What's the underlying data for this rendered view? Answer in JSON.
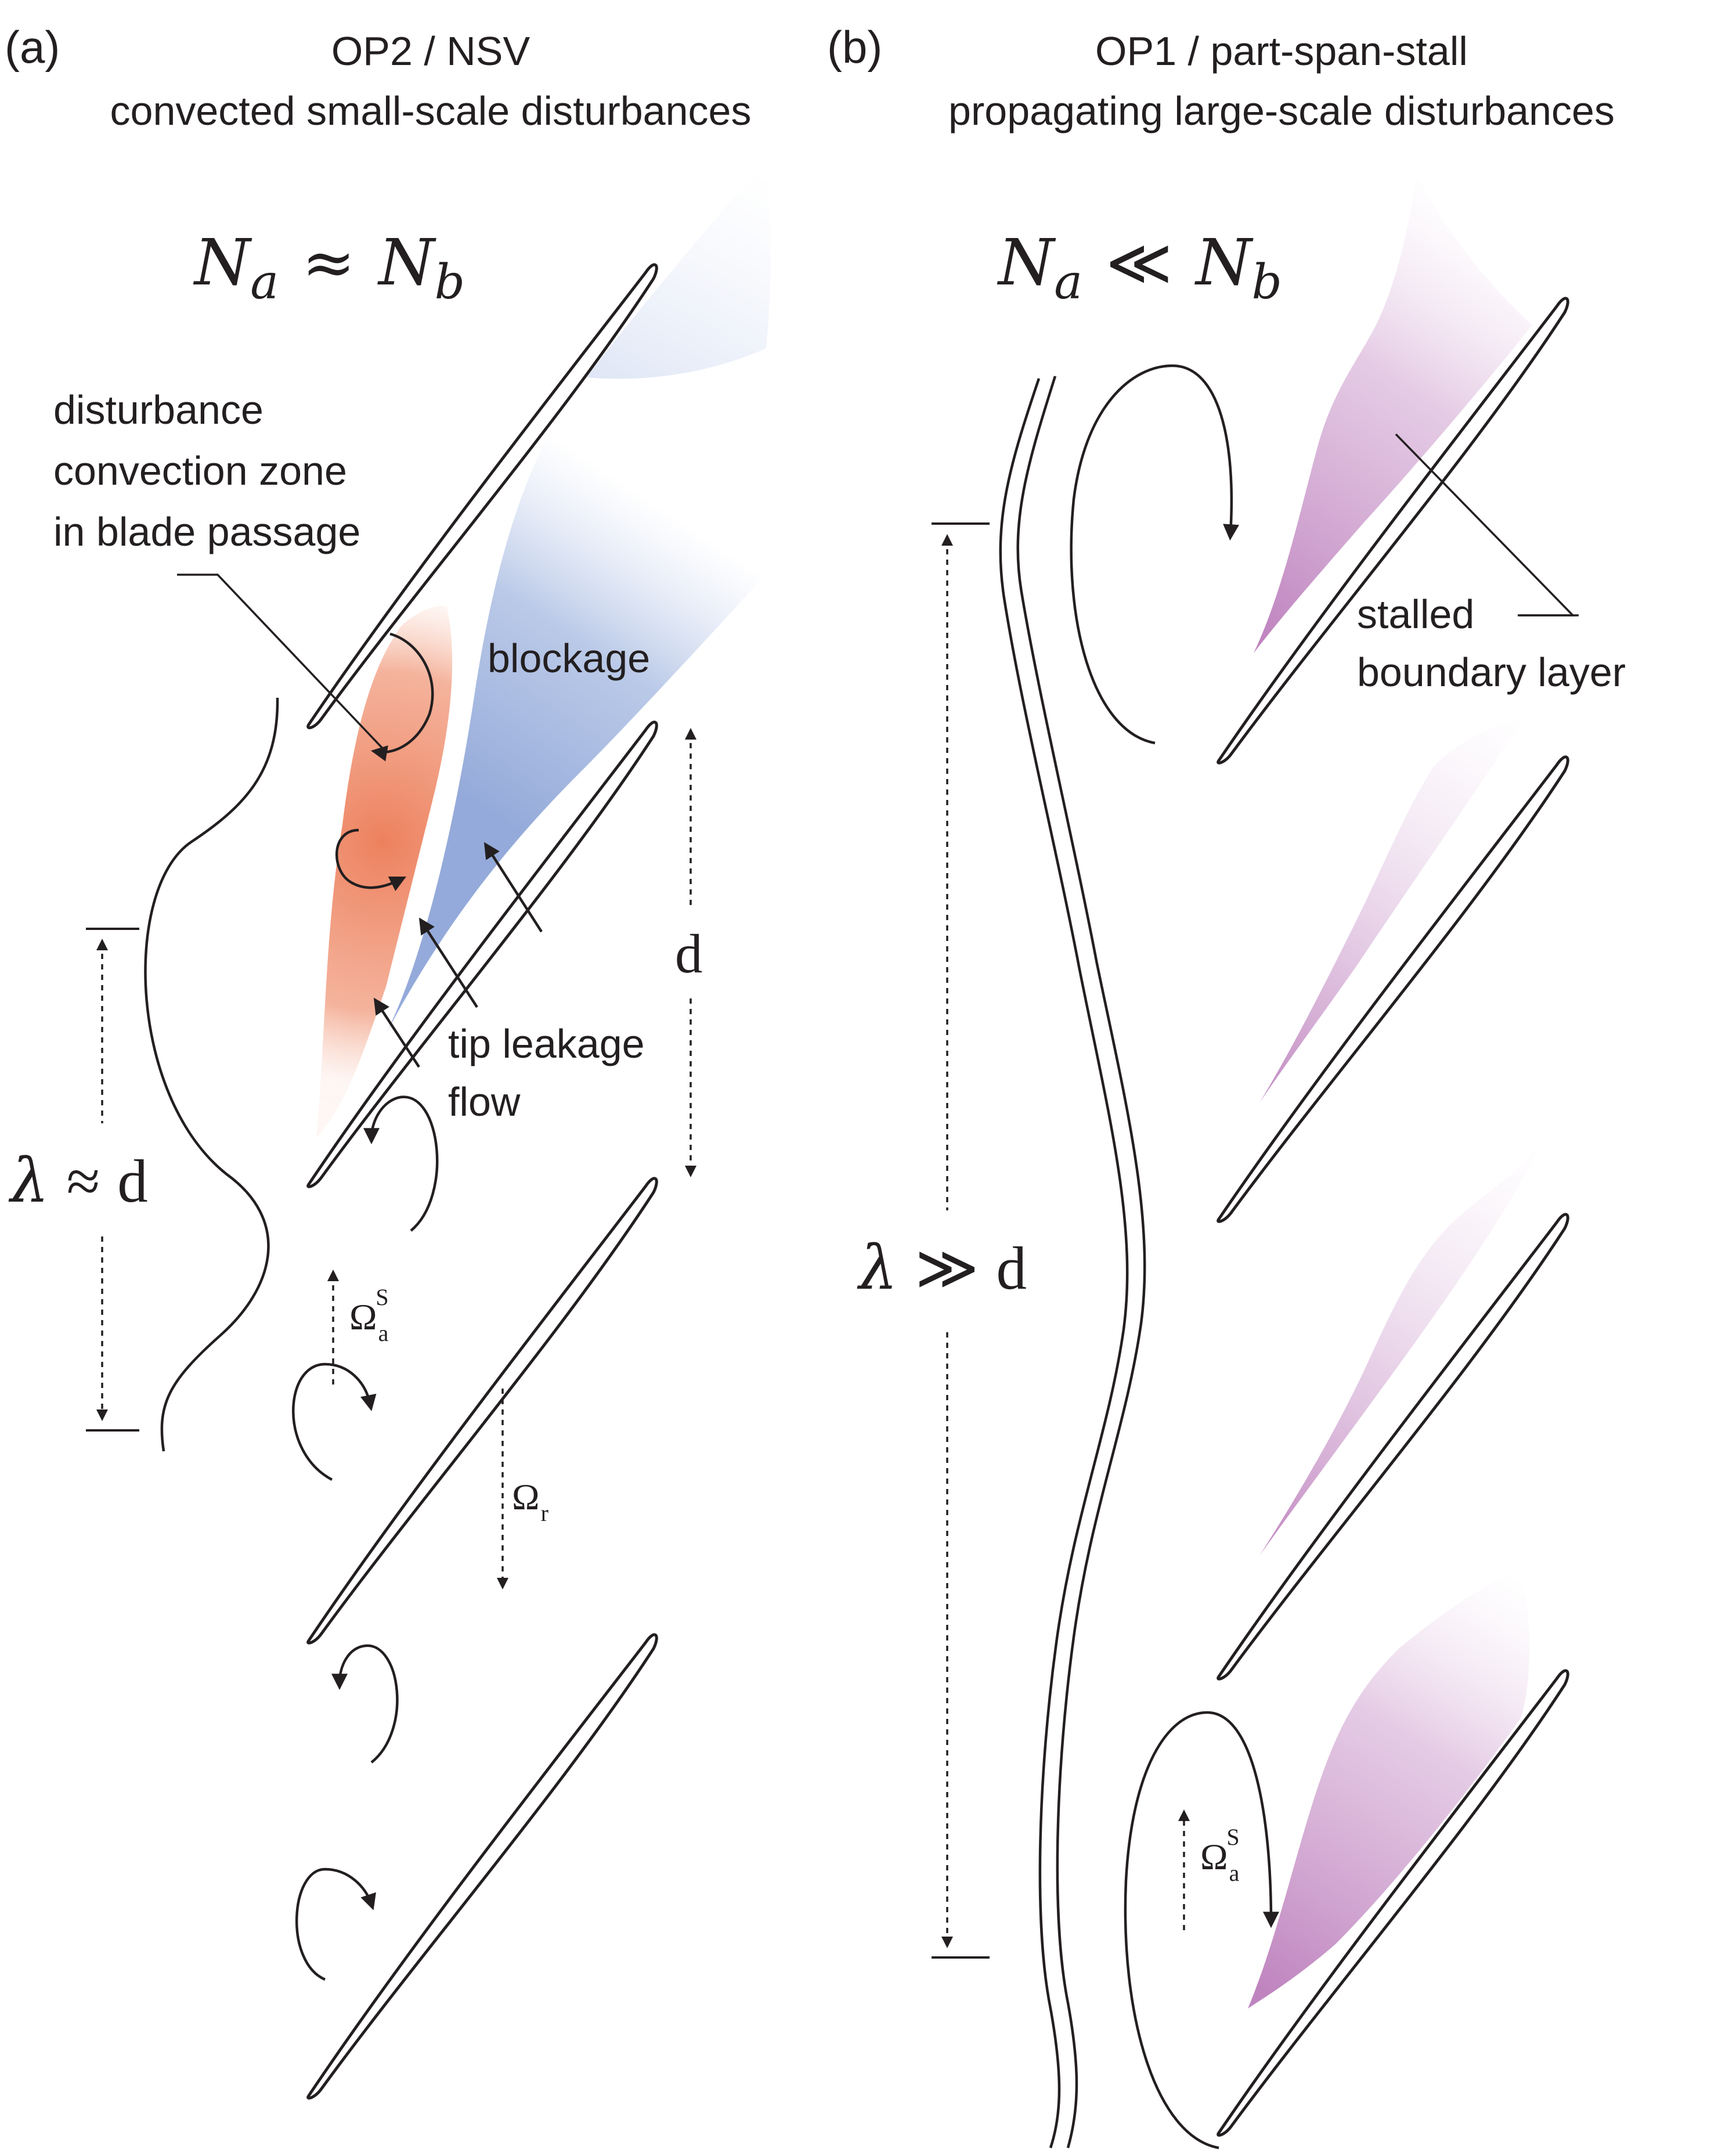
{
  "colors": {
    "ink": "#231f20",
    "blockage": "#9db1dc",
    "disturbance_zone": "#ec8160",
    "stalled_layer": "#c58ac4"
  },
  "panel_a": {
    "tag": "(a)",
    "title_line1": "OP2 / NSV",
    "title_line2": "convected small-scale disturbances",
    "relation_Na": "N",
    "relation_Na_sub": "a",
    "relation_op": "≈",
    "relation_Nb": "N",
    "relation_Nb_sub": "b",
    "zone_line1": "disturbance",
    "zone_line2": "convection zone",
    "zone_line3": "in blade passage",
    "blockage_label": "blockage",
    "tip_line1": "tip leakage",
    "tip_line2": "flow",
    "pitch_label": "d",
    "wavelength_lambda": "λ",
    "wavelength_op": "≈",
    "wavelength_d": "d",
    "omega_a": "Ω",
    "omega_a_sub": "a",
    "omega_a_sup": "S",
    "omega_r": "Ω",
    "omega_r_sub": "r"
  },
  "panel_b": {
    "tag": "(b)",
    "title_line1": "OP1 / part-span-stall",
    "title_line2": "propagating large-scale disturbances",
    "relation_Na": "N",
    "relation_Na_sub": "a",
    "relation_op": "≪",
    "relation_Nb": "N",
    "relation_Nb_sub": "b",
    "stall_line1": "stalled",
    "stall_line2": "boundary layer",
    "wavelength_lambda": "λ",
    "wavelength_op": "≫",
    "wavelength_d": "d",
    "omega_a": "Ω",
    "omega_a_sub": "a",
    "omega_a_sup": "S"
  }
}
